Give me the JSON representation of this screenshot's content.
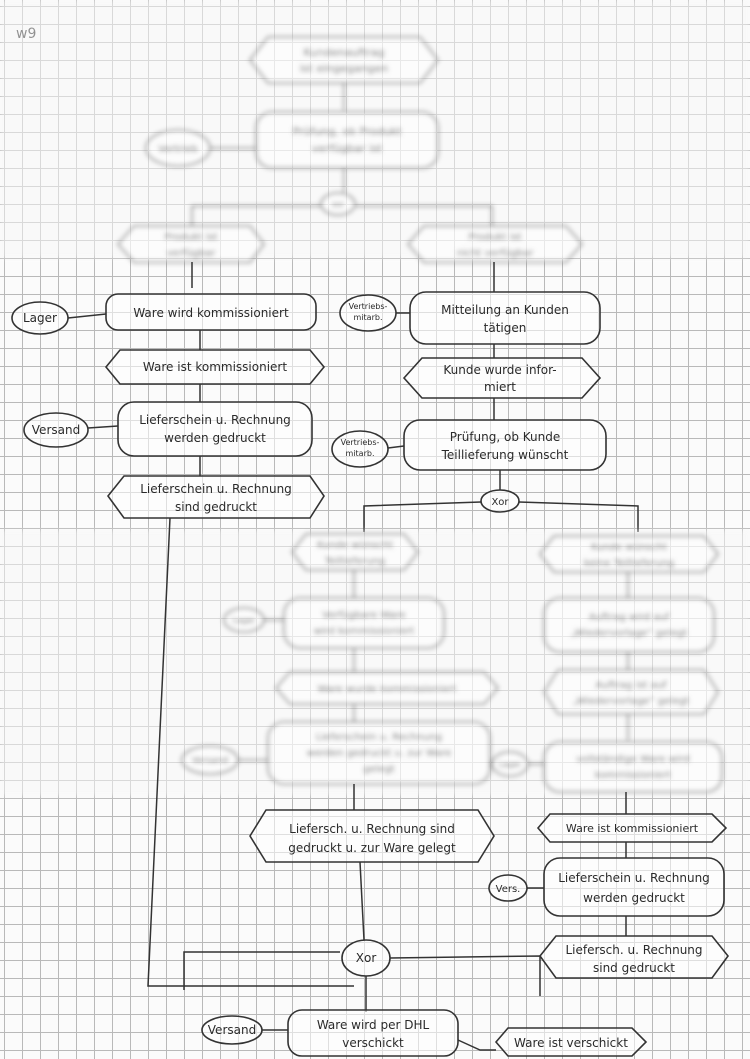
{
  "page_label": "w9",
  "blurred_regions": [
    {
      "nodes": [
        {
          "id": "top_event",
          "shape": "hexagon",
          "lines": [
            "Kundenauftrag",
            "ist eingegangen"
          ]
        },
        {
          "id": "top_role",
          "shape": "ellipse",
          "lines": [
            "Vertrieb"
          ]
        },
        {
          "id": "top_check",
          "shape": "round",
          "lines": [
            "Prüfung, ob Produkt",
            "verfügbar ist"
          ]
        },
        {
          "id": "top_xor",
          "shape": "ellipse",
          "lines": [
            "xor"
          ]
        },
        {
          "id": "ev_avail",
          "shape": "hexagon",
          "lines": [
            "Produkt ist",
            "verfügbar"
          ]
        },
        {
          "id": "ev_notavail",
          "shape": "hexagon",
          "lines": [
            "Produkt ist",
            "nicht verfügbar"
          ]
        }
      ]
    },
    {
      "nodes": [
        {
          "id": "m_ev_left",
          "shape": "hexagon",
          "lines": [
            "Kunde wünscht",
            "Teillieferung"
          ]
        },
        {
          "id": "m_ev_right",
          "shape": "hexagon",
          "lines": [
            "Kunde wünscht",
            "keine Teillieferung"
          ]
        },
        {
          "id": "m_role_l",
          "shape": "ellipse",
          "lines": [
            "Lager"
          ]
        },
        {
          "id": "m_fn_l1",
          "shape": "round",
          "lines": [
            "Verfügbare Ware",
            "wird kommissioniert"
          ]
        },
        {
          "id": "m_fn_r1",
          "shape": "round",
          "lines": [
            "Auftrag wird auf",
            "„Wiedervorlage“ gelegt"
          ]
        },
        {
          "id": "m_ev_l2",
          "shape": "hexagon",
          "lines": [
            "Ware wurde kommissioniert"
          ]
        },
        {
          "id": "m_ev_r2",
          "shape": "hexagon",
          "lines": [
            "Auftrag ist auf",
            "„Wiedervorlage“ gelegt"
          ]
        },
        {
          "id": "m_role_v",
          "shape": "ellipse",
          "lines": [
            "Versand"
          ]
        },
        {
          "id": "m_fn_l3",
          "shape": "round",
          "lines": [
            "Lieferschein u. Rechnung",
            "werden gedruckt u. zur Ware",
            "gelegt"
          ]
        },
        {
          "id": "m_role_lr",
          "shape": "ellipse",
          "lines": [
            "Lager"
          ]
        },
        {
          "id": "m_fn_r3",
          "shape": "round",
          "lines": [
            "vollständige Ware wird",
            "kommissioniert"
          ]
        }
      ]
    }
  ],
  "nodes": {
    "lager_role": "Lager",
    "fn_kommissionieren": "Ware wird kommissioniert",
    "vertrieb_role_1": [
      "Vertriebs-",
      "mitarb."
    ],
    "fn_mitteilung": [
      "Mitteilung an Kunden",
      "tätigen"
    ],
    "ev_kommissioniert": "Ware ist kommissioniert",
    "ev_kunde_informiert": [
      "Kunde wurde infor-",
      "miert"
    ],
    "versand_role_1": "Versand",
    "fn_lieferschein_1": [
      "Lieferschein u. Rechnung",
      "werden gedruckt"
    ],
    "vertrieb_role_2": [
      "Vertriebs-",
      "mitarb."
    ],
    "fn_pruefung": [
      "Prüfung, ob Kunde",
      "Teillieferung wünscht"
    ],
    "ev_gedruckt_1": [
      "Lieferschein u. Rechnung",
      "sind gedruckt"
    ],
    "xor_mid": "Xor",
    "ev_gedruckt_beigelegt": [
      "Liefersch. u. Rechnung sind",
      "gedruckt u. zur Ware gelegt"
    ],
    "ev_kommissioniert_r": "Ware ist kommissioniert",
    "versand_role_v": "Vers.",
    "fn_lieferschein_r": [
      "Lieferschein u. Rechnung",
      "werden gedruckt"
    ],
    "xor_bottom": "Xor",
    "ev_gedruckt_r": [
      "Liefersch. u. Rechnung",
      "sind gedruckt"
    ],
    "versand_role_2": "Versand",
    "fn_dhl": [
      "Ware wird per DHL",
      "verschickt"
    ],
    "ev_verschickt": "Ware ist verschickt"
  },
  "colors": {
    "ink": "#333333",
    "grid": "#b9b9b9",
    "paper": "#fbfbfb"
  }
}
